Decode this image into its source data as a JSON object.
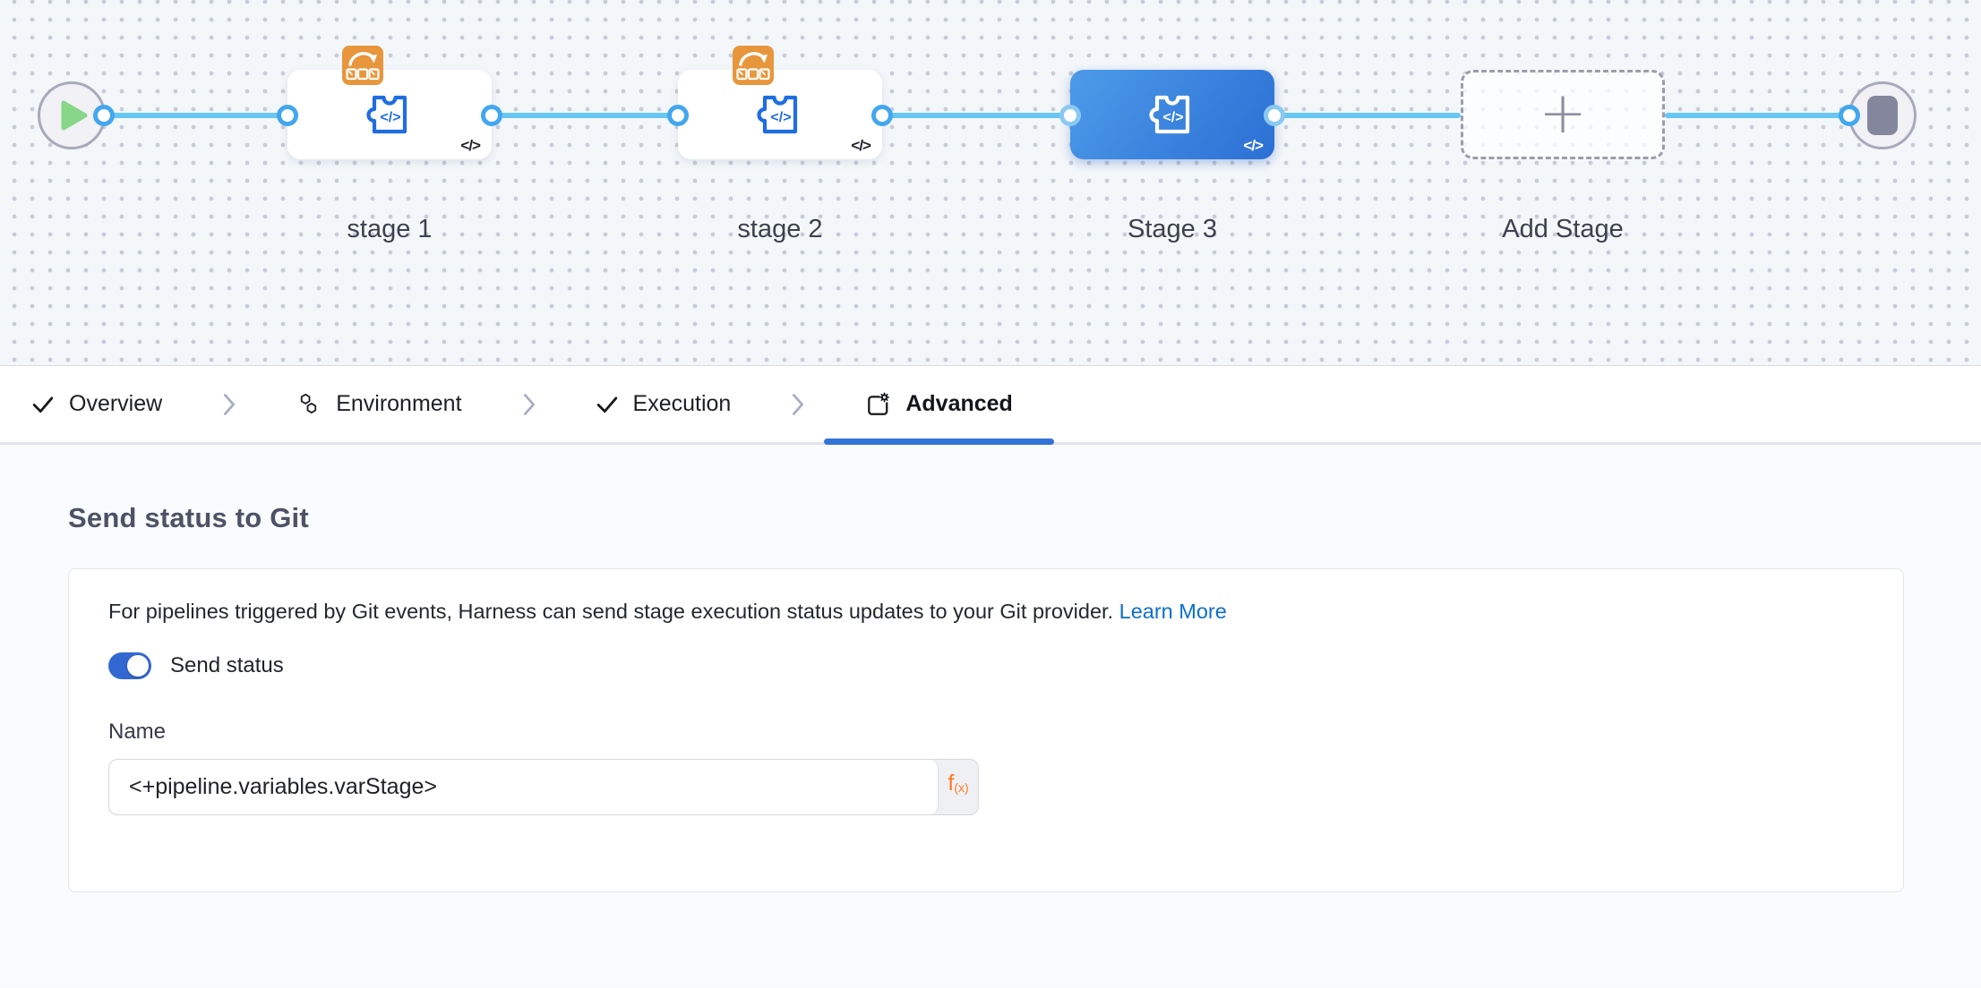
{
  "pipeline": {
    "stages": [
      {
        "label": "stage 1",
        "type_icon": "rolling-deploy-icon",
        "stage_icon": "custom-stage-puzzle-icon",
        "selected": false
      },
      {
        "label": "stage 2",
        "type_icon": "rolling-deploy-icon",
        "stage_icon": "custom-stage-puzzle-icon",
        "selected": false
      },
      {
        "label": "Stage 3",
        "stage_icon": "custom-stage-puzzle-icon",
        "selected": true
      },
      {
        "label": "Add Stage",
        "add": true
      }
    ],
    "code_glyph": "</>",
    "start_icon": "play-icon",
    "end_icon": "stop-icon"
  },
  "tabs": {
    "items": [
      {
        "label": "Overview",
        "icon": "check-icon"
      },
      {
        "label": "Environment",
        "icon": "hexagons-icon"
      },
      {
        "label": "Execution",
        "icon": "check-icon"
      },
      {
        "label": "Advanced",
        "icon": "settings-square-icon",
        "active": true
      }
    ]
  },
  "panel": {
    "heading": "Send status to Git",
    "description": "For pipelines triggered by Git events, Harness can send stage execution status updates to your Git provider.",
    "link_label": "Learn More",
    "toggle_label": "Send status",
    "toggle_on": true
  },
  "form": {
    "name_label": "Name",
    "name_value": "<+pipeline.variables.varStage>",
    "expression": {
      "fn": "f",
      "sub": "(x)"
    }
  },
  "colors": {
    "connector_blue": "#67c7f2",
    "port_ring_blue": "#42a7ee",
    "selected_stage_blue": "#2b6fd4",
    "badge_orange": "#e8963c",
    "tab_underline_blue": "#3273d8",
    "link_blue": "#0b6fce",
    "toggle_blue": "#3368d2",
    "expression_orange": "#ff7a23"
  }
}
